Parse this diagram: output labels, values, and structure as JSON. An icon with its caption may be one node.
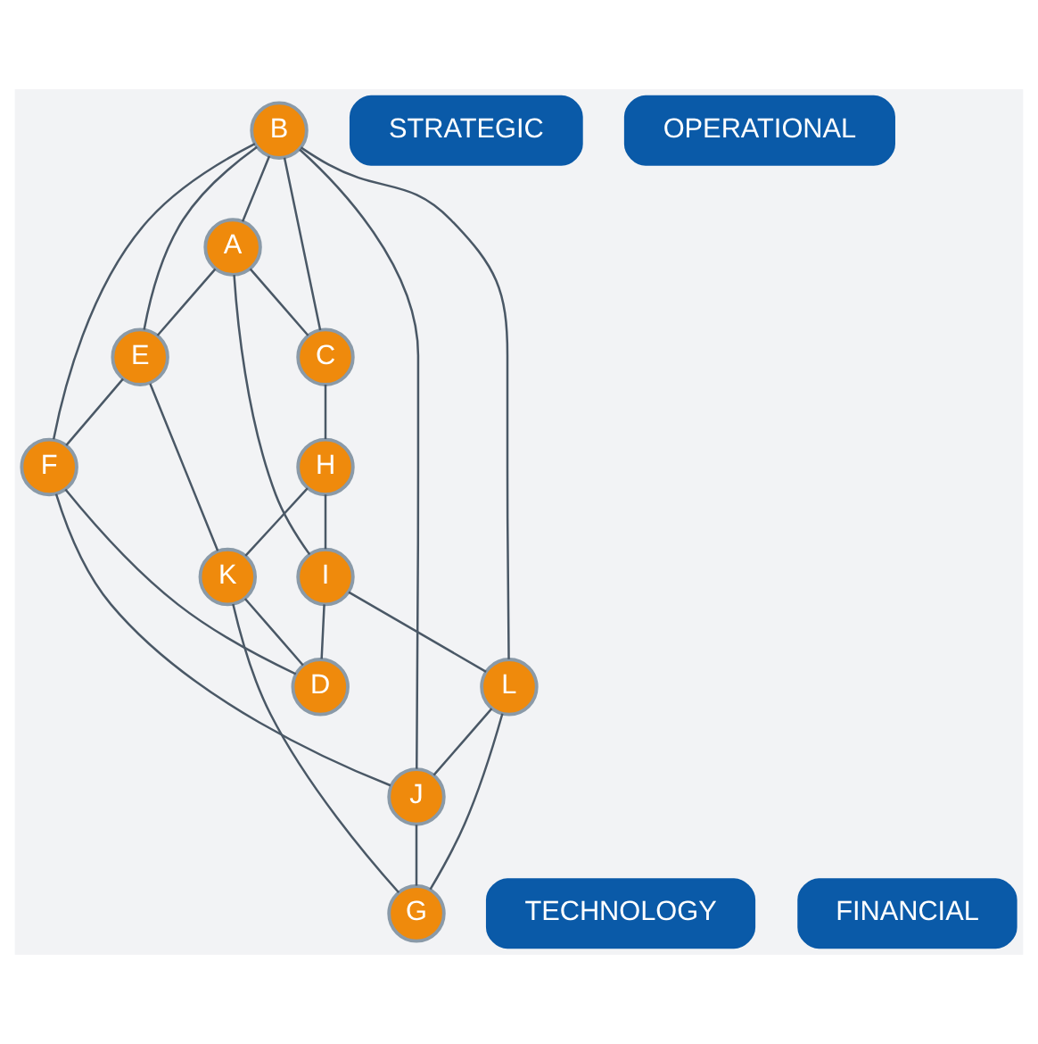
{
  "diagram": {
    "nodes": [
      {
        "text": [
          "STRATEGIC"
        ]
      },
      {
        "text": [
          "OPERATIONAL"
        ]
      },
      {
        "text": [
          "TECHNOLOGY"
        ]
      },
      {
        "text": [
          "FINANCIAL"
        ]
      },
      {
        "text": [
          "H"
        ]
      },
      {
        "text": [
          "C"
        ]
      },
      {
        "text": [
          "B"
        ]
      },
      {
        "text": [
          "I"
        ]
      },
      {
        "text": [
          "K"
        ]
      },
      {
        "text": [
          "J"
        ]
      },
      {
        "text": [
          "A"
        ]
      },
      {
        "text": [
          "L"
        ]
      },
      {
        "text": [
          "E"
        ]
      },
      {
        "text": [
          "D"
        ]
      },
      {
        "text": [
          "F"
        ]
      },
      {
        "text": [
          "G"
        ]
      }
    ],
    "edges": [
      {
        "from": 6,
        "to": 5,
        "arrow": "none"
      },
      {
        "from": 5,
        "to": 4,
        "arrow": "none"
      },
      {
        "from": 4,
        "to": 7,
        "arrow": "none"
      },
      {
        "from": 4,
        "to": 8,
        "arrow": "none"
      },
      {
        "from": 6,
        "to": 10,
        "arrow": "none"
      },
      {
        "from": 10,
        "to": 5,
        "arrow": "none"
      },
      {
        "from": 10,
        "to": 7,
        "arrow": "none"
      },
      {
        "from": 6,
        "to": 9,
        "arrow": "none"
      },
      {
        "from": 6,
        "to": 11,
        "arrow": "none"
      },
      {
        "from": 6,
        "to": 12,
        "arrow": "none"
      },
      {
        "from": 6,
        "to": 14,
        "arrow": "none"
      },
      {
        "from": 10,
        "to": 12,
        "arrow": "none"
      },
      {
        "from": 12,
        "to": 8,
        "arrow": "none"
      },
      {
        "from": 12,
        "to": 14,
        "arrow": "none"
      },
      {
        "from": 14,
        "to": 13,
        "arrow": "none"
      },
      {
        "from": 14,
        "to": 9,
        "arrow": "none"
      },
      {
        "from": 8,
        "to": 13,
        "arrow": "none"
      },
      {
        "from": 7,
        "to": 13,
        "arrow": "none"
      },
      {
        "from": 8,
        "to": 15,
        "arrow": "none"
      },
      {
        "from": 11,
        "to": 15,
        "arrow": "none"
      },
      {
        "from": 9,
        "to": 15,
        "arrow": "none"
      },
      {
        "from": 7,
        "to": 11,
        "arrow": "none"
      },
      {
        "from": 11,
        "to": 9,
        "arrow": "none"
      }
    ]
  }
}
